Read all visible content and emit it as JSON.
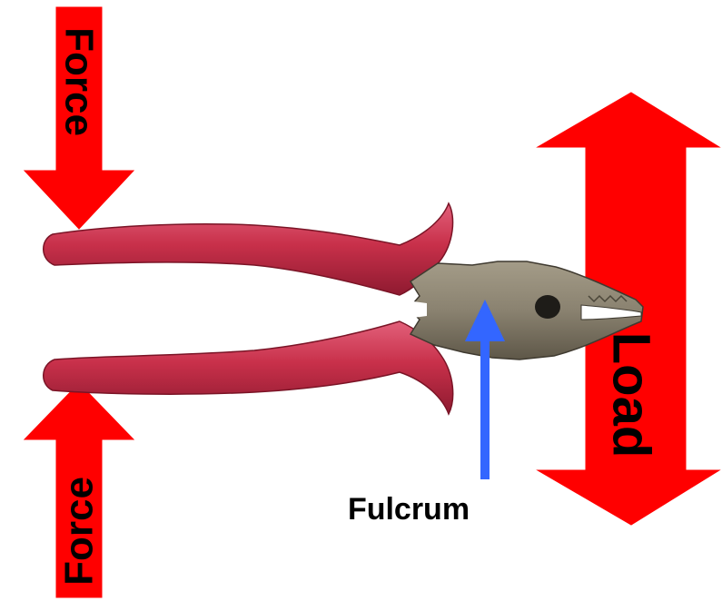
{
  "labels": {
    "force_top": "Force",
    "force_bottom": "Force",
    "load": "Load",
    "fulcrum": "Fulcrum"
  },
  "colors": {
    "force_arrow": "#ff0000",
    "load_arrow": "#ff0000",
    "fulcrum_arrow": "#3366ff",
    "handle_grip": "#c8304a",
    "metal_head": "#8a8270",
    "label_text": "#000000"
  },
  "icons": {
    "tool": "pliers-icon"
  }
}
